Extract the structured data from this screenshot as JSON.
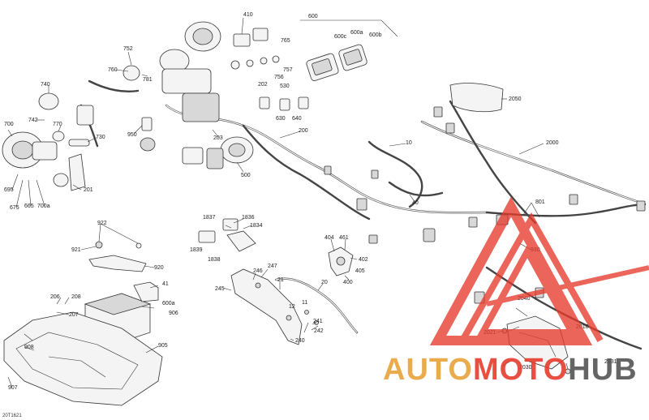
{
  "drawing_id": "20T1621",
  "callouts": [
    "410",
    "600",
    "600c",
    "600a",
    "600b",
    "765",
    "752",
    "760",
    "781",
    "202",
    "756",
    "757",
    "530",
    "740",
    "742",
    "770",
    "730",
    "630",
    "640",
    "950",
    "203",
    "200",
    "2050",
    "700",
    "695",
    "675",
    "665",
    "700a",
    "201",
    "500",
    "10",
    "2000",
    "40",
    "801",
    "930",
    "1837",
    "1836",
    "1834",
    "1839",
    "1838",
    "404",
    "461",
    "405",
    "402",
    "400",
    "922",
    "921",
    "920",
    "247",
    "246",
    "21",
    "41",
    "20",
    "245",
    "12",
    "206",
    "208",
    "207",
    "600a",
    "906",
    "241",
    "11",
    "242",
    "240",
    "905",
    "908",
    "907",
    "2040",
    "2010",
    "2021",
    "2030",
    "2031"
  ],
  "watermark": {
    "text_left": "AUTO",
    "text_mid": "MOTO",
    "text_right": "HUB",
    "color_red": "#e63b2e",
    "color_gold": "#e8a23a",
    "color_gray": "#555555"
  }
}
